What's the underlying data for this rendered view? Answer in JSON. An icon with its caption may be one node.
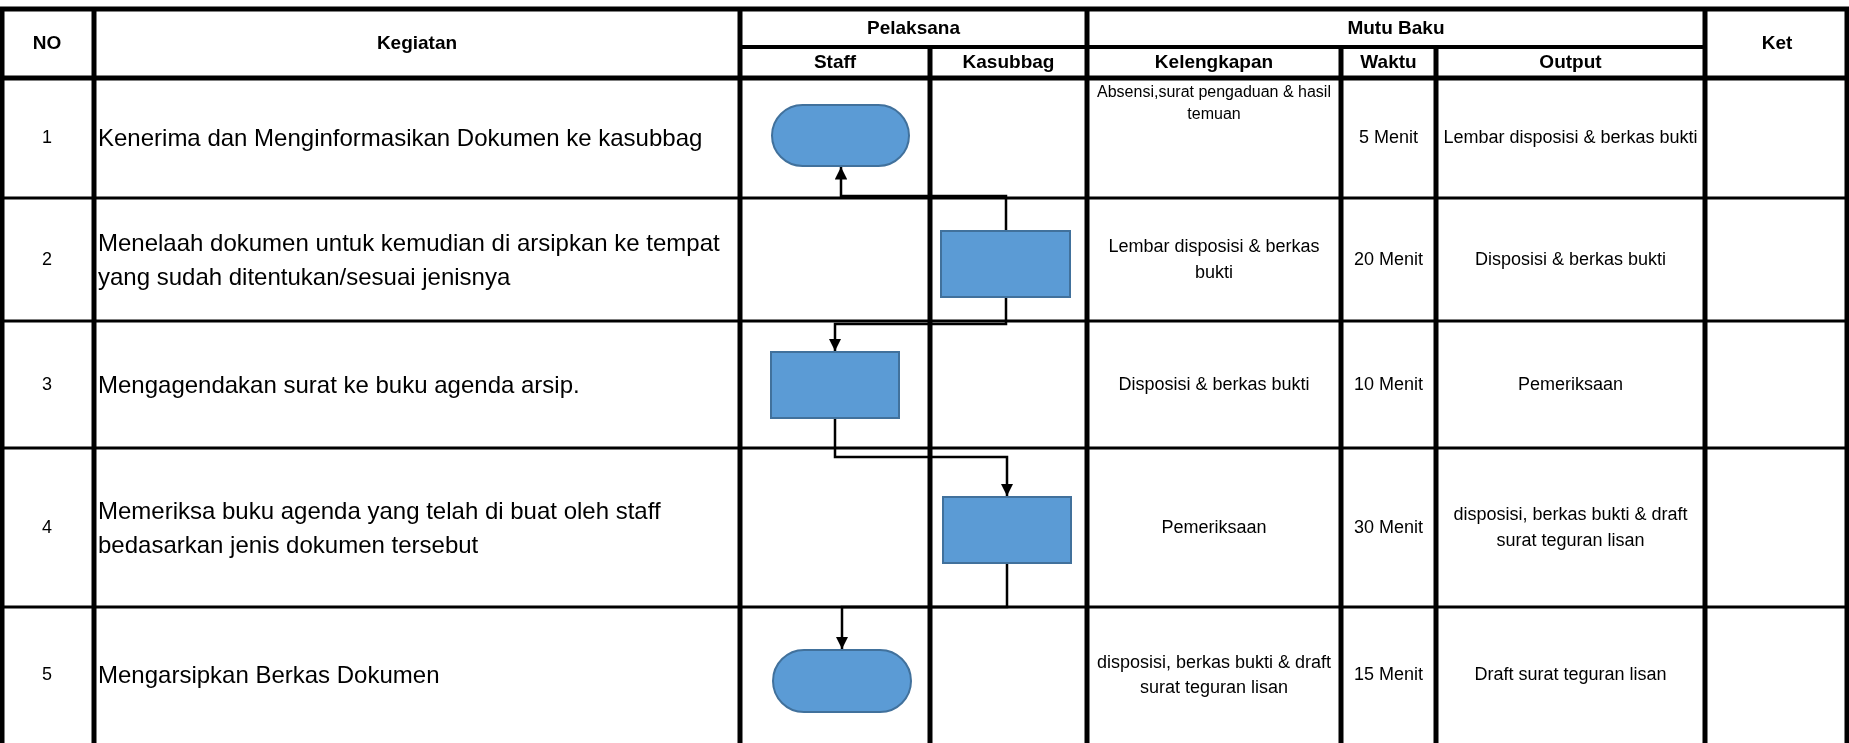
{
  "diagram": {
    "nodes": [
      {
        "text": [],
        "shape": "pill"
      },
      {
        "text": [],
        "shape": "box"
      },
      {
        "text": [],
        "shape": "box"
      },
      {
        "text": [],
        "shape": "box"
      },
      {
        "text": [],
        "shape": "pill"
      }
    ],
    "edges": [
      {
        "from": 1,
        "to": 0,
        "arrow": "to"
      },
      {
        "from": 1,
        "to": 2,
        "arrow": "to"
      },
      {
        "from": 2,
        "to": 3,
        "arrow": "to"
      },
      {
        "from": 3,
        "to": 4,
        "arrow": "to"
      }
    ],
    "labels": [
      "NO",
      "Kegiatan",
      "Pelaksana",
      "Mutu Baku",
      "Ket",
      "Staff",
      "Kasubbag",
      "Kelengkapan",
      "Waktu",
      "Output",
      "1",
      "Kenerima dan Menginformasikan Dokumen ke kasubbag",
      "Absensi,surat pengaduan & hasil temuan",
      "5 Menit",
      "Lembar disposisi & berkas bukti",
      "2",
      "Menelaah dokumen untuk kemudian di arsipkan ke tempat yang sudah ditentukan/sesuai jenisnya",
      "Lembar disposisi & berkas bukti",
      "20 Menit",
      "Disposisi & berkas bukti",
      "3",
      "Mengagendakan surat ke buku agenda arsip.",
      "Disposisi & berkas bukti",
      "10 Menit",
      "Pemeriksaan",
      "4",
      "Memeriksa buku agenda yang telah di buat oleh staff bedasarkan jenis dokumen tersebut",
      "Pemeriksaan",
      "30 Menit",
      "disposisi, berkas bukti & draft surat teguran lisan",
      "5",
      "Mengarsipkan Berkas Dokumen",
      "disposisi, berkas bukti & draft surat teguran lisan",
      "15 Menit",
      "Draft surat teguran lisan"
    ]
  }
}
